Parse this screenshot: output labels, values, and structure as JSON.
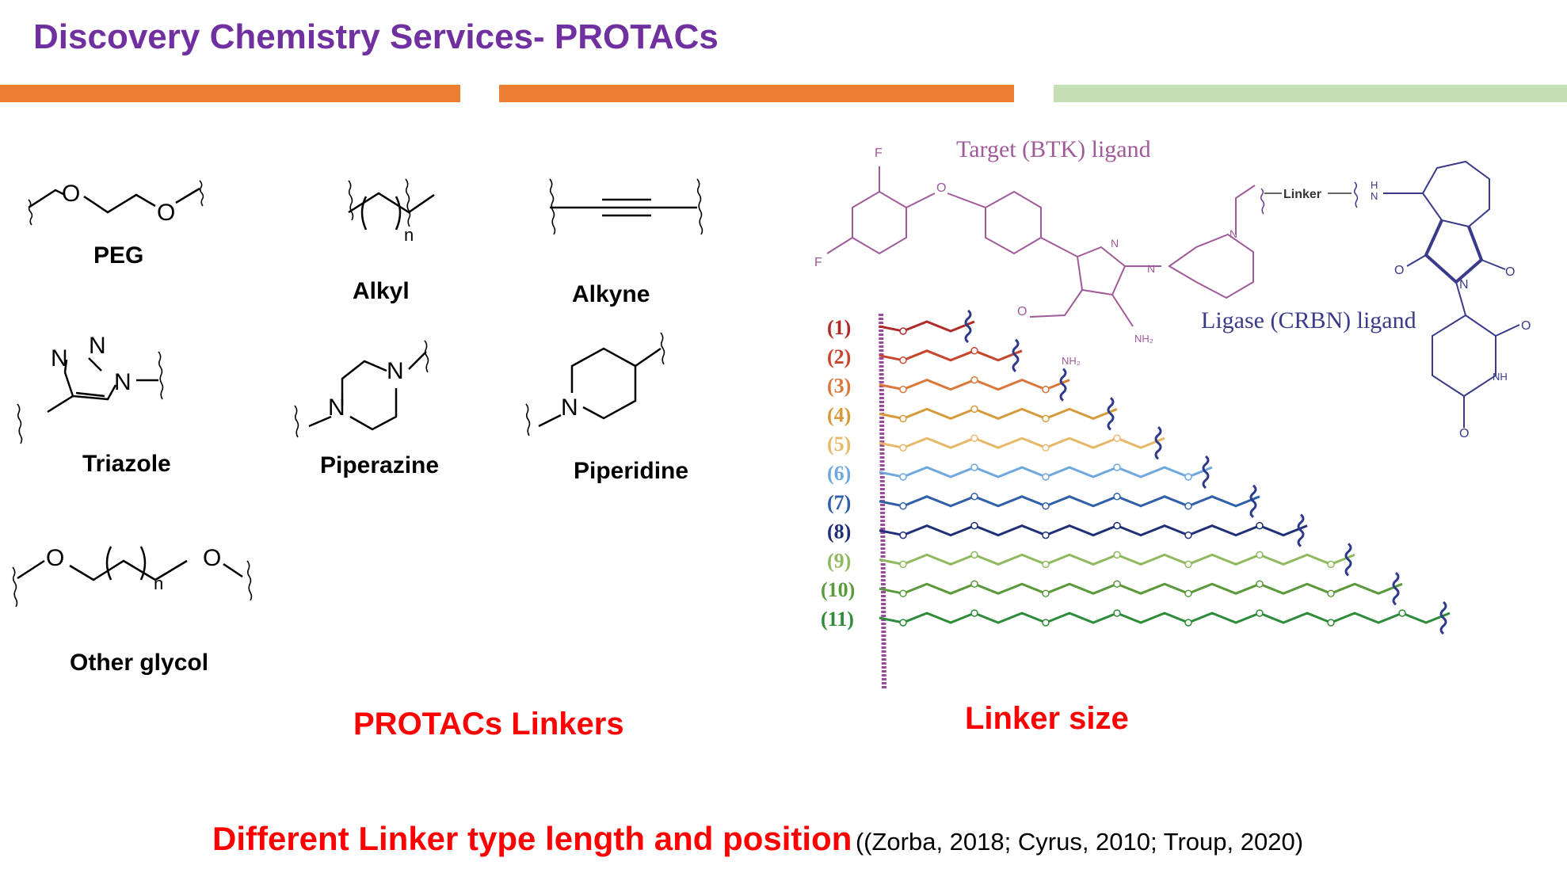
{
  "title": "Discovery Chemistry Services- PROTACs",
  "header_bars": {
    "colors": [
      "#ed7d31",
      "#ed7d31",
      "#c5e0b4"
    ]
  },
  "linker_types": {
    "peg": {
      "label": "PEG",
      "atoms": [
        "O",
        "O"
      ]
    },
    "alkyl": {
      "label": "Alkyl",
      "subscript": "n"
    },
    "alkyne": {
      "label": "Alkyne"
    },
    "triazole": {
      "label": "Triazole",
      "atoms": [
        "N",
        "N",
        "N"
      ]
    },
    "piperazine": {
      "label": "Piperazine",
      "atoms": [
        "N",
        "N"
      ]
    },
    "piperidine": {
      "label": "Piperidine",
      "atoms": [
        "N"
      ]
    },
    "other_glycol": {
      "label": "Other glycol",
      "atoms": [
        "O",
        "O"
      ],
      "subscript": "n"
    }
  },
  "captions": {
    "left": "PROTACs Linkers",
    "right": "Linker size"
  },
  "schematic": {
    "target_label": "Target (BTK) ligand",
    "ligase_label": "Ligase (CRBN)  ligand",
    "linker_tag": "Linker",
    "target_atoms": [
      "F",
      "F",
      "O",
      "N",
      "N",
      "O",
      "NH₂",
      "NH₂",
      "N"
    ],
    "ligase_atoms": [
      "H",
      "N",
      "O",
      "O",
      "N",
      "O",
      "NH",
      "O"
    ],
    "linker_index_labels": [
      "(1)",
      "(2)",
      "(3)",
      "(4)",
      "(5)",
      "(6)",
      "(7)",
      "(8)",
      "(9)",
      "(10)",
      "(11)"
    ],
    "linker_colors": [
      "#b02a2a",
      "#c7452a",
      "#d9783a",
      "#d69a3a",
      "#e6b868",
      "#6fa8dc",
      "#2f5fa8",
      "#1f2f78",
      "#8fb860",
      "#5a9a3a",
      "#2e8b3a"
    ],
    "target_color": "#a05a9a",
    "ligase_color": "#3a3a8a"
  },
  "footer": {
    "main": "Different Linker type length and position",
    "ref": "((Zorba, 2018; Cyrus, 2010; Troup, 2020)"
  }
}
